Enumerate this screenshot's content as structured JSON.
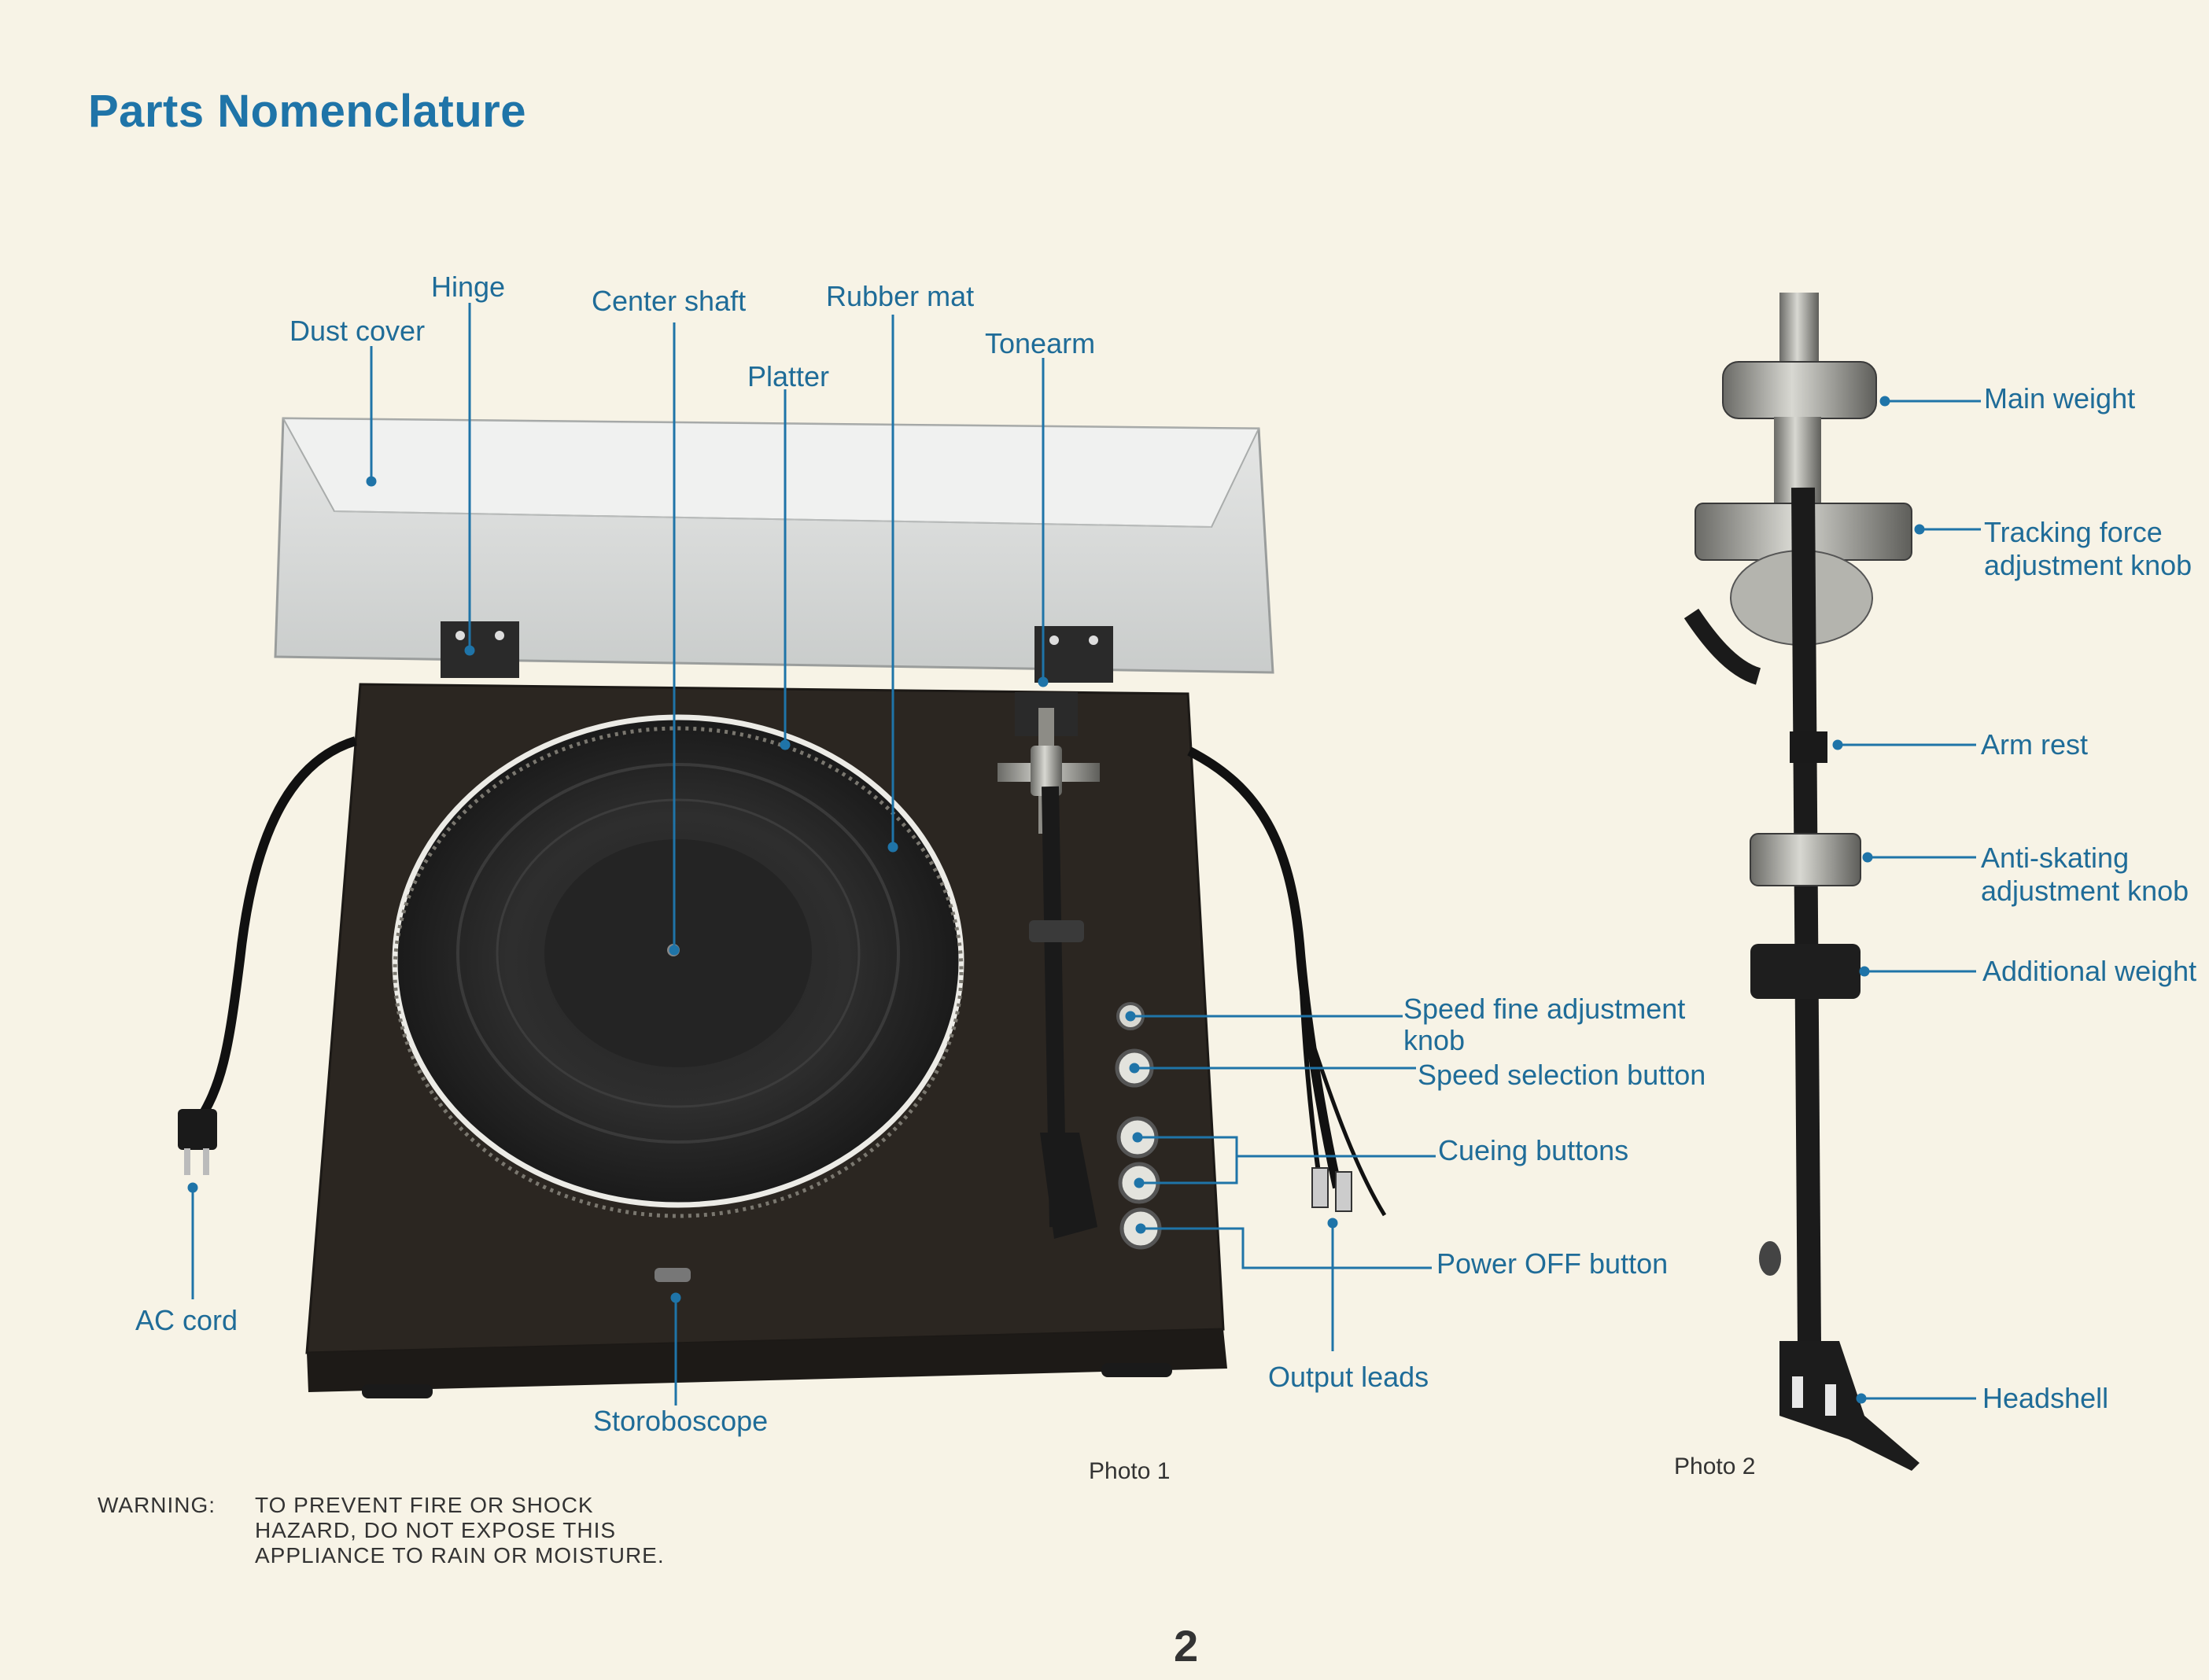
{
  "page": {
    "title": "Parts Nomenclature",
    "page_number": "2"
  },
  "photo1": {
    "caption": "Photo 1",
    "labels": {
      "hinge": "Hinge",
      "dust_cover": "Dust cover",
      "center_shaft": "Center shaft",
      "rubber_mat": "Rubber mat",
      "platter": "Platter",
      "tonearm": "Tonearm",
      "speed_fine_line1": "Speed fine adjustment",
      "speed_fine_line2": "knob",
      "speed_selection": "Speed selection button",
      "cueing_buttons": "Cueing buttons",
      "power_off": "Power OFF button",
      "output_leads": "Output leads",
      "stroboscope": "Storoboscope",
      "ac_cord": "AC cord"
    }
  },
  "photo2": {
    "caption": "Photo 2",
    "labels": {
      "main_weight": "Main weight",
      "tracking_line1": "Tracking force",
      "tracking_line2": "adjustment knob",
      "arm_rest": "Arm rest",
      "antiskating_line1": "Anti-skating",
      "antiskating_line2": "adjustment knob",
      "additional_weight": "Additional weight",
      "headshell": "Headshell"
    }
  },
  "warning": {
    "label": "WARNING:",
    "text": "TO PREVENT FIRE OR SHOCK HAZARD, DO NOT EXPOSE THIS APPLIANCE TO RAIN OR MOISTURE."
  }
}
